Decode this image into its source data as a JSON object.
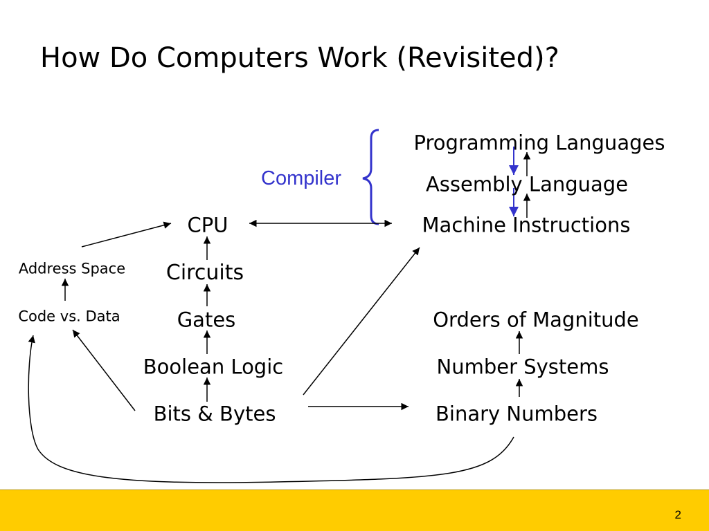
{
  "slide": {
    "title": "How Do Computers Work (Revisited)?",
    "page_number": "2"
  },
  "diagram": {
    "compiler_label": "Compiler",
    "nodes": {
      "programming_languages": "Programming Languages",
      "assembly_language": "Assembly Language",
      "machine_instructions": "Machine Instructions",
      "cpu": "CPU",
      "circuits": "Circuits",
      "gates": "Gates",
      "boolean_logic": "Boolean Logic",
      "bits_bytes": "Bits & Bytes",
      "address_space": "Address Space",
      "code_vs_data": "Code vs. Data",
      "orders_of_magnitude": "Orders of Magnitude",
      "number_systems": "Number Systems",
      "binary_numbers": "Binary Numbers"
    },
    "colors": {
      "text": "#000000",
      "compiler": "#3333cc",
      "footer_bar": "#ffcc00"
    }
  }
}
